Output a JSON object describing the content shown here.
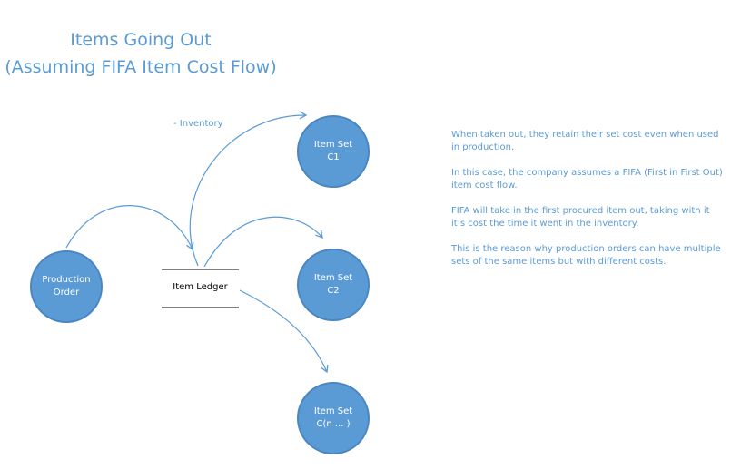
{
  "title": {
    "line1": "Items Going Out",
    "line2": "(Assuming FIFA Item Cost Flow)"
  },
  "nodes": {
    "production_order": {
      "line1": "Production",
      "line2": "Order"
    },
    "item_set_c1": {
      "line1": "Item Set",
      "line2": "C1"
    },
    "item_set_c2": {
      "line1": "Item Set",
      "line2": "C2"
    },
    "item_set_cn": {
      "line1": "Item Set",
      "line2": "C(n ... )"
    }
  },
  "ledger": {
    "label": "Item Ledger"
  },
  "inventory_label": "- Inventory",
  "notes": [
    "When taken out, they retain their set cost even when used in production.",
    "In this case, the company assumes a FIFA (First in First Out) item cost flow.",
    "FIFA will take in the first procured item out, taking with it it’s cost the time it went in the inventory.",
    "This is the reason why production orders can have multiple sets of the same items but with different costs."
  ],
  "colors": {
    "accent": "#5b9bd5",
    "node_border": "#4a86c0",
    "ledger_line": "#000000"
  }
}
